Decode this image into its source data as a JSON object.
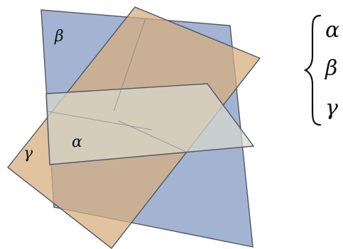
{
  "diagram": {
    "planes": [
      {
        "id": "beta",
        "label": "β",
        "color": "#8fa3c8"
      },
      {
        "id": "gamma",
        "label": "γ",
        "color": "#d7ae7f"
      },
      {
        "id": "alpha",
        "label": "α",
        "color": "#d8d8cc"
      }
    ],
    "system_labels": [
      "α",
      "β",
      "γ"
    ],
    "colors": {
      "edge": "#4f5765",
      "beta": "#8fa3c8",
      "gamma": "#d7ae7f",
      "alpha": "#d8d8cc",
      "overlap": "#c6c1a8"
    }
  }
}
